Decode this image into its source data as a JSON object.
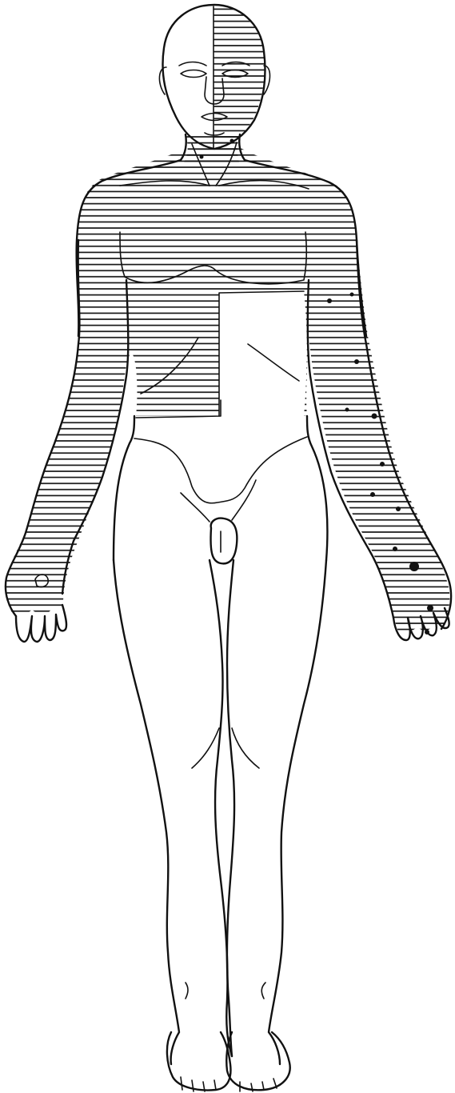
{
  "figure": {
    "hatching": {
      "spacing_px": 7.6,
      "color": "#111111"
    },
    "hatched_regions": [
      "head-right-half",
      "neck",
      "upper-trunk",
      "trunk-left-side",
      "right-arm",
      "left-arm"
    ],
    "lesion_spots": 14
  }
}
